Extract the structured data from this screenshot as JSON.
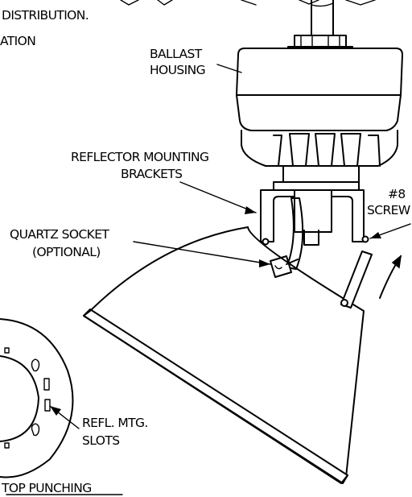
{
  "notes": {
    "line_1": "DISTRIBUTION.",
    "line_2": "ATION"
  },
  "labels": {
    "ballast_housing": [
      "BALLAST",
      "HOUSING"
    ],
    "reflector_mounting_brackets": [
      "REFLECTOR MOUNTING",
      "BRACKETS"
    ],
    "screw": [
      "#8",
      "SCREW"
    ],
    "quartz_socket": [
      "QUARTZ SOCKET",
      "(OPTIONAL)"
    ],
    "reflector_mtg_slots": [
      "REFL. MTG.",
      "SLOTS"
    ],
    "top_punching": "TOP PUNCHING"
  }
}
